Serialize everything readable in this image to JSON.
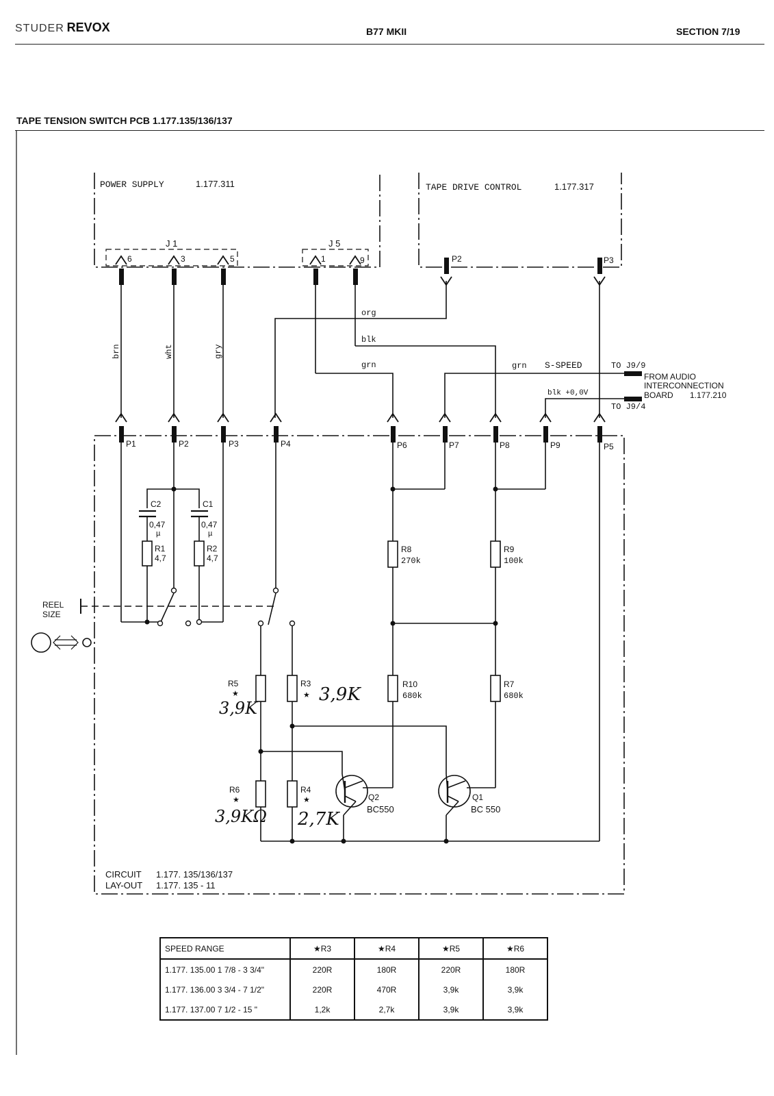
{
  "header": {
    "brand_studer": "STUDER",
    "brand_revox": "REVOX",
    "model": "B77 MKII",
    "section": "SECTION 7/19"
  },
  "title": "TAPE TENSION SWITCH PCB   1.177.135/136/137",
  "blocks": {
    "power_supply": "POWER SUPPLY",
    "power_supply_no": "1.177.311",
    "tape_drive": "TAPE DRIVE CONTROL",
    "tape_drive_no": "1.177.317",
    "j1": "J 1",
    "j5": "J 5",
    "audio_board_1": "FROM AUDIO",
    "audio_board_2": "INTERCONNECTION",
    "audio_board_3": "BOARD",
    "audio_board_no": "1.177.210",
    "circuit_label": "CIRCUIT",
    "circuit_no": "1.177. 135/136/137",
    "layout_label": "LAY-OUT",
    "layout_no": "1.177. 135 - 11"
  },
  "pins": {
    "j1_6": "6",
    "j1_3": "3",
    "j1_5": "5",
    "j5_1": "1",
    "j5_9": "9",
    "td_p2": "P2",
    "td_p3": "P3",
    "p1": "P1",
    "p2": "P2",
    "p3": "P3",
    "p4": "P4",
    "p6": "P6",
    "p7": "P7",
    "p8": "P8",
    "p9": "P9",
    "p5": "P5"
  },
  "wires": {
    "brn": "brn",
    "wht": "wht",
    "gry": "gry",
    "org": "org",
    "blk": "blk",
    "grn1": "grn",
    "grn2": "grn",
    "s_speed": "S-SPEED",
    "to_j99": "TO J9/9",
    "blk_ov": "blk +0,0V",
    "to_j94": "TO J9/4"
  },
  "components": {
    "c2": "C2",
    "c2_val": "0,47",
    "c2_unit": "µ",
    "c1": "C1",
    "c1_val": "0,47",
    "c1_unit": "µ",
    "r1": "R1",
    "r1_val": "4,7",
    "r2": "R2",
    "r2_val": "4,7",
    "r8": "R8",
    "r8_val": "270k",
    "r9": "R9",
    "r9_val": "100k",
    "r10": "R10",
    "r10_val": "680k",
    "r7": "R7",
    "r7_val": "680k",
    "r5": "R5",
    "r5_hand": "3,9K",
    "r3": "R3",
    "r3_hand": "3,9K",
    "r6": "R6",
    "r6_hand": "3,9KΩ",
    "r4": "R4",
    "r4_hand": "2,7K",
    "q2": "Q2",
    "q2_type": "BC550",
    "q1": "Q1",
    "q1_type": "BC 550",
    "star": "★",
    "reel_size_1": "REEL",
    "reel_size_2": "SIZE"
  },
  "speed_table": {
    "headers": [
      "SPEED RANGE",
      "★R3",
      "★R4",
      "★R5",
      "★R6"
    ],
    "rows": [
      [
        "1.177. 135.00   1 7/8 - 3 3/4\"",
        "220R",
        "180R",
        "220R",
        "180R"
      ],
      [
        "1.177. 136.00   3 3/4 - 7 1/2\"",
        "220R",
        "470R",
        "3,9k",
        "3,9k"
      ],
      [
        "1.177. 137.00   7 1/2 - 15 \"",
        "1,2k",
        "2,7k",
        "3,9k",
        "3,9k"
      ]
    ]
  }
}
